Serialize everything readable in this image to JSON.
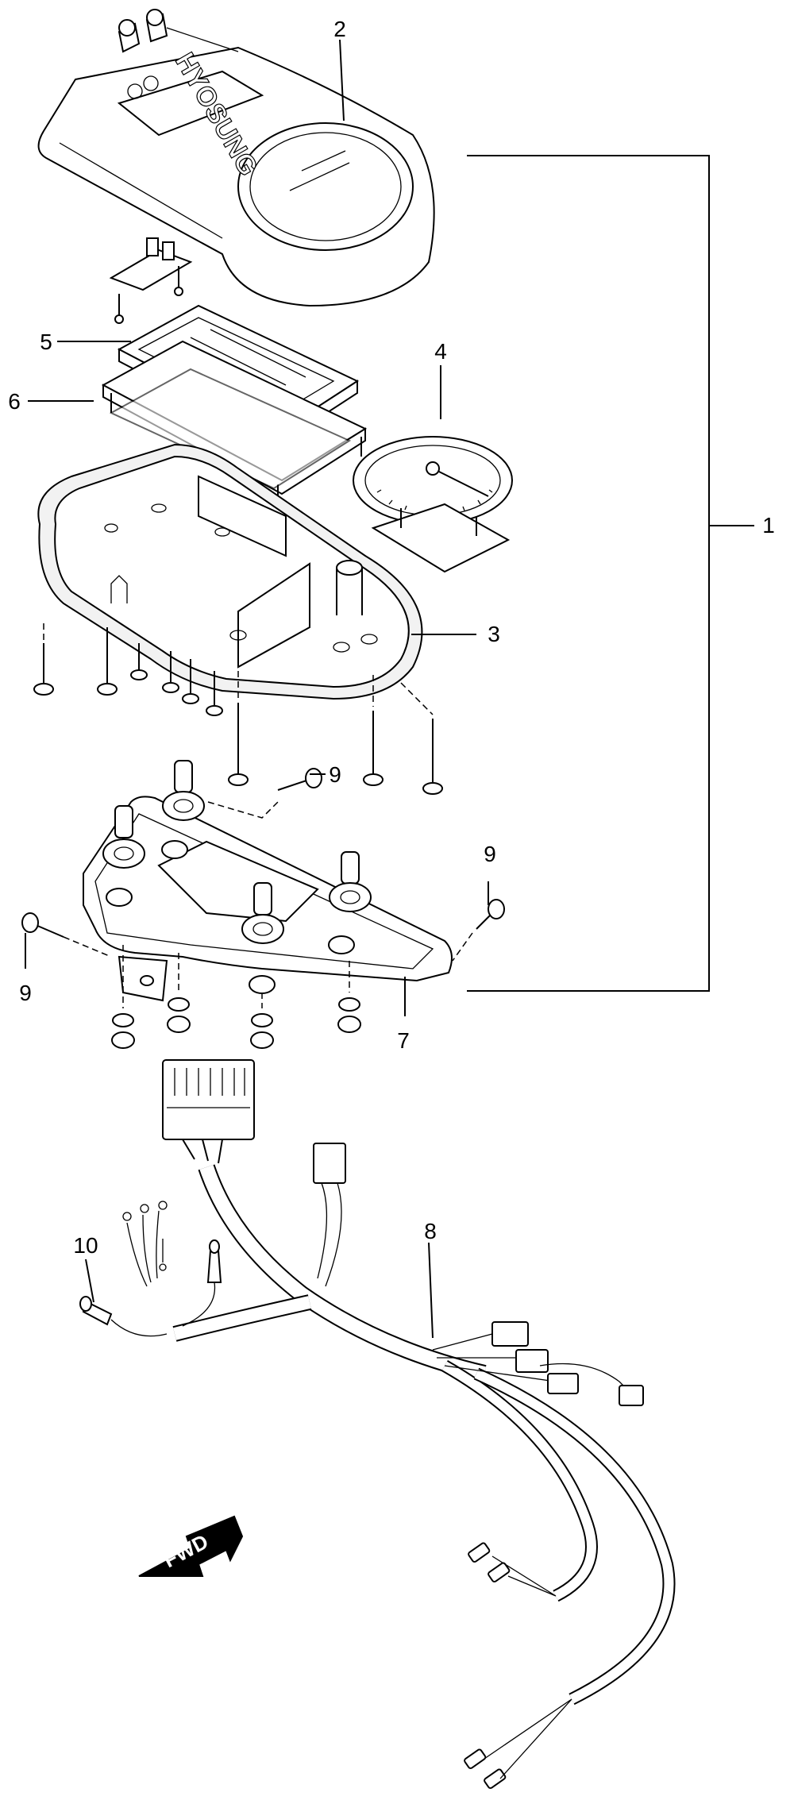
{
  "diagram": {
    "parts": [
      {
        "id": "1",
        "label": "1"
      },
      {
        "id": "2",
        "label": "2"
      },
      {
        "id": "3",
        "label": "3"
      },
      {
        "id": "4",
        "label": "4"
      },
      {
        "id": "5",
        "label": "5"
      },
      {
        "id": "6",
        "label": "6"
      },
      {
        "id": "7",
        "label": "7"
      },
      {
        "id": "8",
        "label": "8"
      },
      {
        "id": "9a",
        "label": "9"
      },
      {
        "id": "9b",
        "label": "9"
      },
      {
        "id": "9c",
        "label": "9"
      },
      {
        "id": "10",
        "label": "10"
      }
    ],
    "brand_logo": "HYOSUNG",
    "direction_arrow": "FWD"
  }
}
